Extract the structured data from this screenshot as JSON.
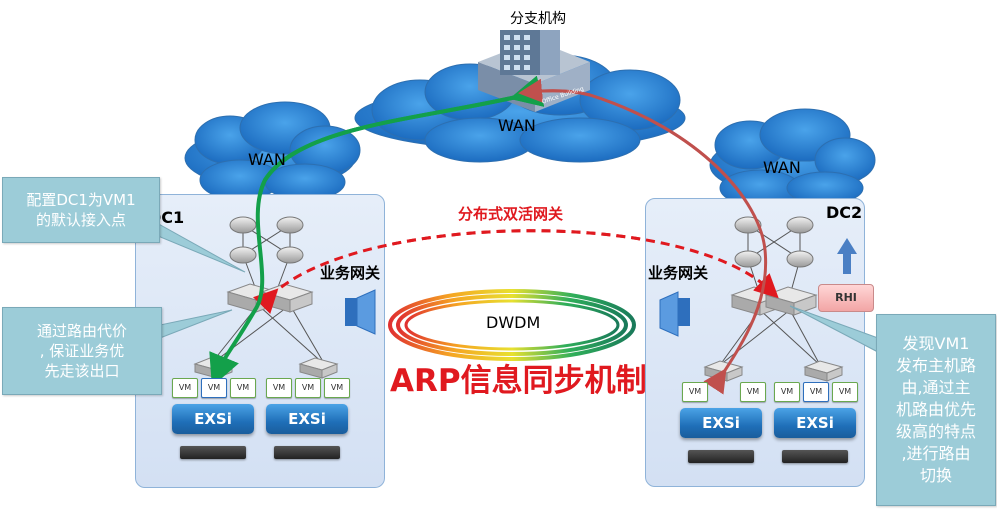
{
  "branch": {
    "label": "分支机构",
    "building_text": "Office Building"
  },
  "wan": {
    "left": "WAN",
    "center": "WAN",
    "right": "WAN"
  },
  "dc1": {
    "label": "DC1",
    "gateway_label": "业务网关",
    "vm_label": "VM",
    "exsi_label": "EXSi"
  },
  "dc2": {
    "label": "DC2",
    "gateway_label": "业务网关",
    "vm_label": "VM",
    "exsi_label": "EXSi",
    "rhi_label": "RHI"
  },
  "center": {
    "dual_gateway": "分布式双活网关",
    "dwdm": "DWDM",
    "arp_title": "ARP信息同步机制"
  },
  "callouts": {
    "default_access": [
      "配置DC1为VM1",
      "的默认接入点"
    ],
    "route_cost": [
      "通过路由代价",
      ", 保证业务优",
      "先走该出口"
    ],
    "host_route": [
      "发现VM1",
      "发布主机路",
      "由,通过主",
      "机路由优先",
      "级高的特点",
      ",进行路由",
      "切换"
    ]
  },
  "colors": {
    "green_path": "#13a04a",
    "red_path": "#c0504d",
    "dashed_red": "#e0191f",
    "callout_bg": "#9cccd8",
    "exsi_blue": "#1f6fb8"
  }
}
